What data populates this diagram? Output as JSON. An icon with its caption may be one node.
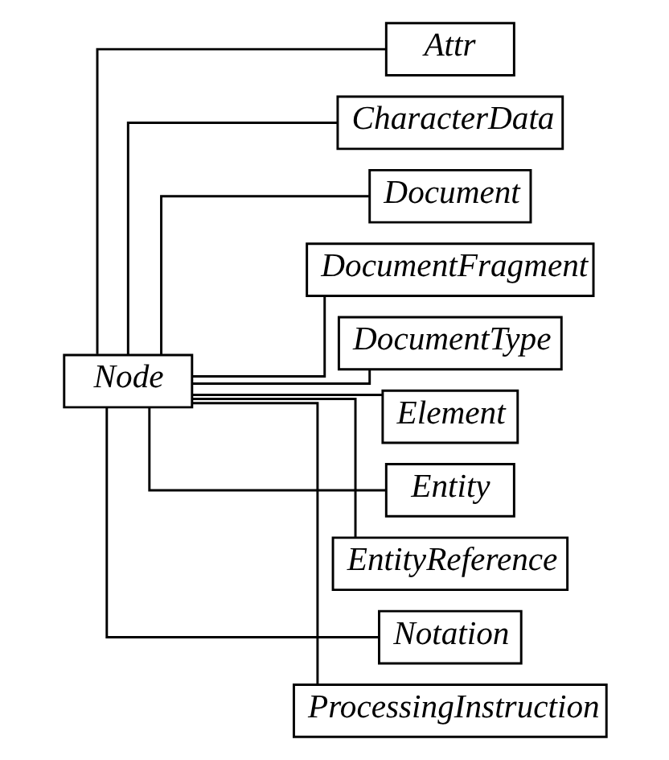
{
  "diagram": {
    "nodes": [
      {
        "text": [
          "Node"
        ]
      },
      {
        "text": [
          "Attr"
        ]
      },
      {
        "text": [
          "CharacterData"
        ]
      },
      {
        "text": [
          "Document"
        ]
      },
      {
        "text": [
          "DocumentFragment"
        ]
      },
      {
        "text": [
          "DocumentType"
        ]
      },
      {
        "text": [
          "Element"
        ]
      },
      {
        "text": [
          "Entity"
        ]
      },
      {
        "text": [
          "EntityReference"
        ]
      },
      {
        "text": [
          "Notation"
        ]
      },
      {
        "text": [
          "ProcessingInstruction"
        ]
      }
    ],
    "edges": [
      {
        "from": 0,
        "to": 1,
        "arrow": "none"
      },
      {
        "from": 0,
        "to": 2,
        "arrow": "none"
      },
      {
        "from": 0,
        "to": 3,
        "arrow": "none"
      },
      {
        "from": 0,
        "to": 4,
        "arrow": "none"
      },
      {
        "from": 0,
        "to": 5,
        "arrow": "none"
      },
      {
        "from": 0,
        "to": 6,
        "arrow": "none"
      },
      {
        "from": 0,
        "to": 7,
        "arrow": "none"
      },
      {
        "from": 0,
        "to": 8,
        "arrow": "none"
      },
      {
        "from": 0,
        "to": 9,
        "arrow": "none"
      },
      {
        "from": 0,
        "to": 10,
        "arrow": "none"
      }
    ]
  }
}
